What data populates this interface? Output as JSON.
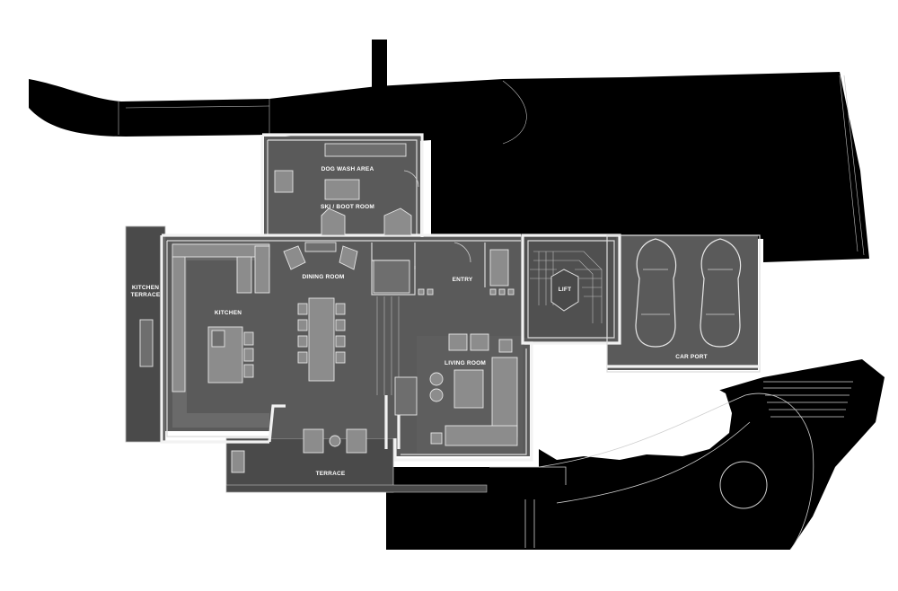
{
  "plan": {
    "rooms": [
      {
        "id": "dog-wash",
        "label": "DOG WASH AREA"
      },
      {
        "id": "ski-boot",
        "label": "SKI / BOOT ROOM"
      },
      {
        "id": "kitchen-terrace-1",
        "label": "KITCHEN"
      },
      {
        "id": "kitchen-terrace-2",
        "label": "TERRACE"
      },
      {
        "id": "kitchen",
        "label": "KITCHEN"
      },
      {
        "id": "dining",
        "label": "DINING ROOM"
      },
      {
        "id": "entry",
        "label": "ENTRY"
      },
      {
        "id": "lift",
        "label": "LIFT"
      },
      {
        "id": "living",
        "label": "LIVING ROOM"
      },
      {
        "id": "car-port",
        "label": "CAR PORT"
      },
      {
        "id": "terrace",
        "label": "TERRACE"
      }
    ]
  },
  "colors": {
    "ground": "#000000",
    "floor": "#5a5a5a",
    "floor_dark": "#3a3a3a",
    "paving": "#4a4a4a",
    "wall": "#f2f2f2",
    "label": "#ffffff"
  }
}
